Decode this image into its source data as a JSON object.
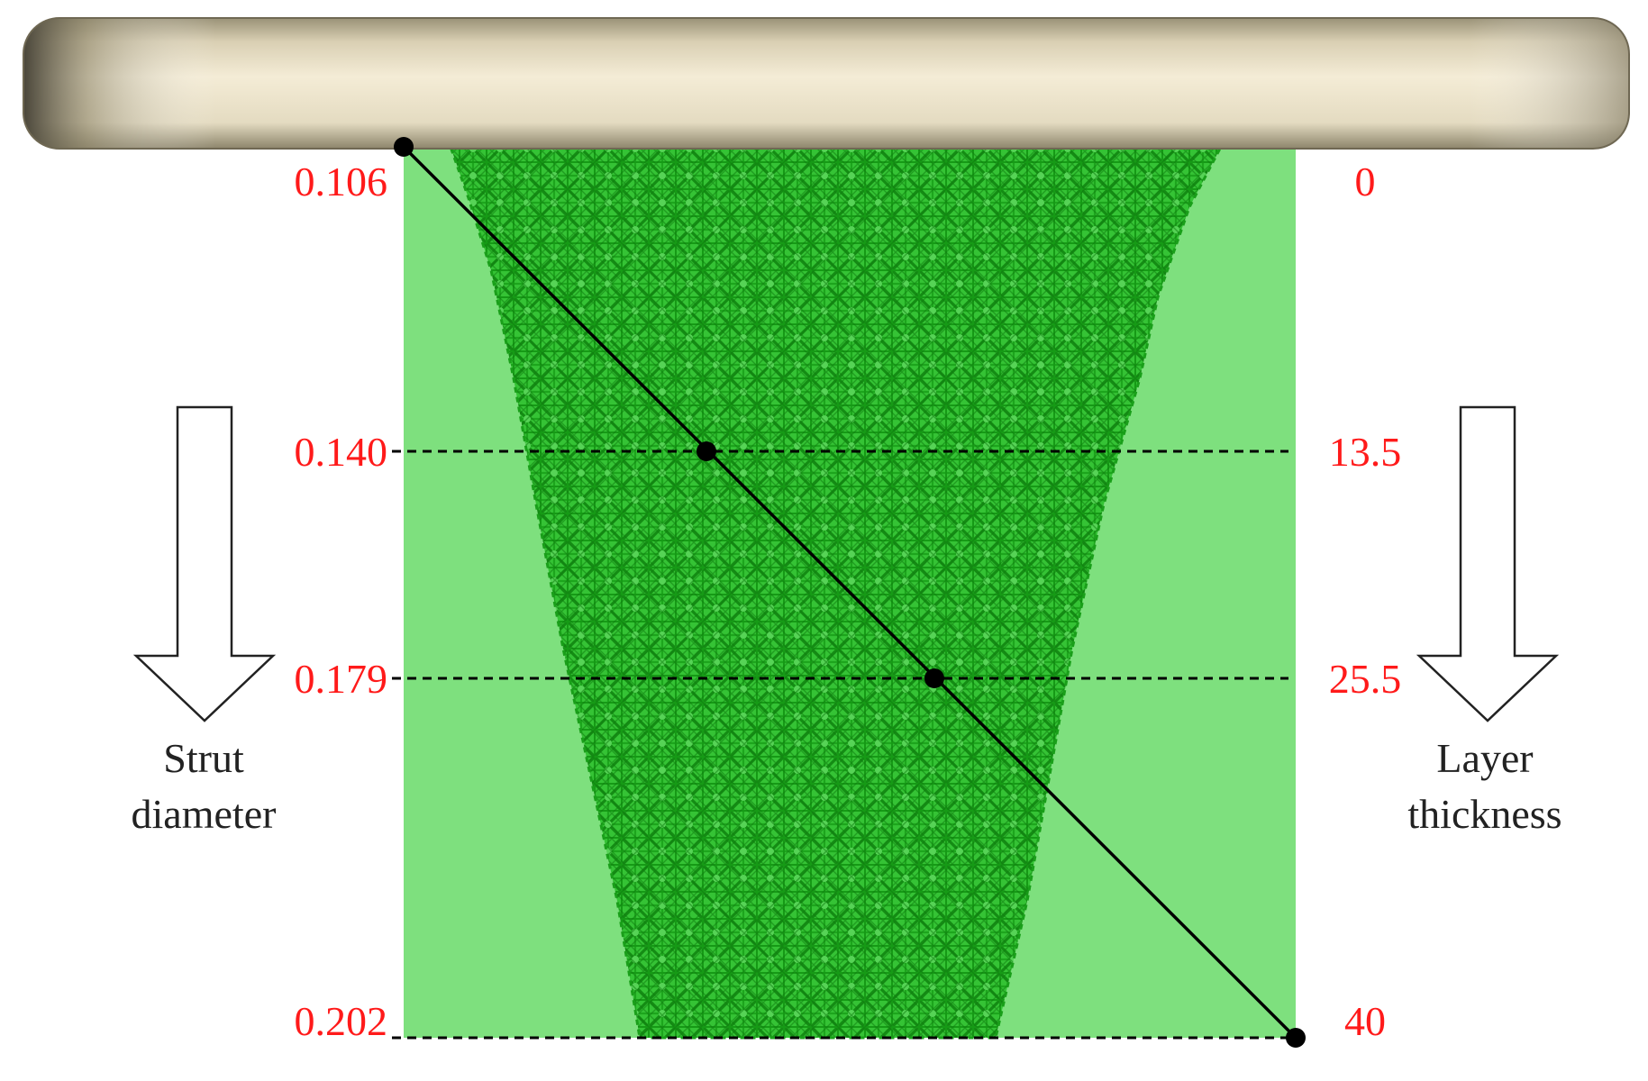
{
  "labels": {
    "strut_diameter": {
      "title_line1": "Strut",
      "title_line2": "diameter",
      "values": [
        "0.106",
        "0.140",
        "0.179",
        "0.202"
      ]
    },
    "layer_thickness": {
      "title_line1": "Layer",
      "title_line2": "thickness",
      "values": [
        "0",
        "13.5",
        "25.5",
        "40"
      ]
    }
  },
  "colors": {
    "value_label": "#ff1a1a",
    "background_block": "#7ee07e",
    "lattice": "#1fb81f",
    "disc": "#e9e0c6",
    "line": "#000000"
  }
}
